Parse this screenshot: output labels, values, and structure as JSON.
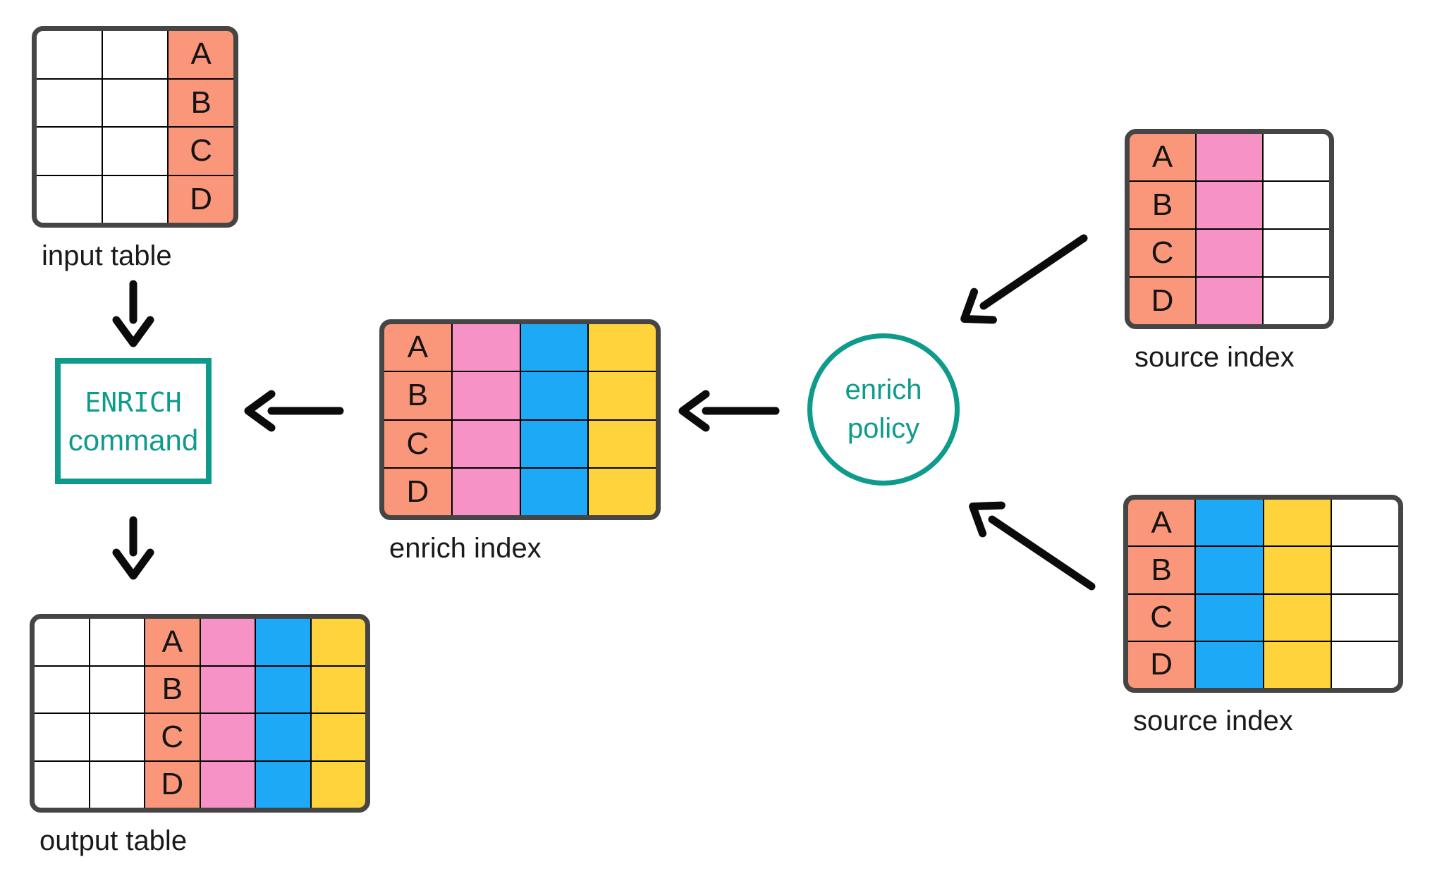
{
  "colors": {
    "salmon": "#FA9679",
    "pink": "#F792C6",
    "blue": "#1DA9F5",
    "yellow": "#FFD33B",
    "white": "#FFFFFF",
    "teal": "#0F9B8C",
    "table_border": "#454545",
    "arrow": "#0B0B0B"
  },
  "tables": {
    "input": {
      "label": "input table",
      "rows": 4,
      "columns": [
        {
          "color": "white"
        },
        {
          "color": "white"
        },
        {
          "color": "salmon",
          "letters": [
            "A",
            "B",
            "C",
            "D"
          ]
        }
      ]
    },
    "enrich_index": {
      "label": "enrich index",
      "rows": 4,
      "columns": [
        {
          "color": "salmon",
          "letters": [
            "A",
            "B",
            "C",
            "D"
          ]
        },
        {
          "color": "pink"
        },
        {
          "color": "blue"
        },
        {
          "color": "yellow"
        }
      ]
    },
    "source_top": {
      "label": "source index",
      "rows": 4,
      "columns": [
        {
          "color": "salmon",
          "letters": [
            "A",
            "B",
            "C",
            "D"
          ]
        },
        {
          "color": "pink"
        },
        {
          "color": "white"
        }
      ]
    },
    "source_bottom": {
      "label": "source index",
      "rows": 4,
      "columns": [
        {
          "color": "salmon",
          "letters": [
            "A",
            "B",
            "C",
            "D"
          ]
        },
        {
          "color": "blue"
        },
        {
          "color": "yellow"
        },
        {
          "color": "white"
        }
      ]
    },
    "output": {
      "label": "output table",
      "rows": 4,
      "columns": [
        {
          "color": "white"
        },
        {
          "color": "white"
        },
        {
          "color": "salmon",
          "letters": [
            "A",
            "B",
            "C",
            "D"
          ]
        },
        {
          "color": "pink"
        },
        {
          "color": "blue"
        },
        {
          "color": "yellow"
        }
      ]
    }
  },
  "nodes": {
    "enrich_command": {
      "line1": "ENRICH",
      "line2": "command"
    },
    "enrich_policy": {
      "line1": "enrich",
      "line2": "policy"
    }
  }
}
